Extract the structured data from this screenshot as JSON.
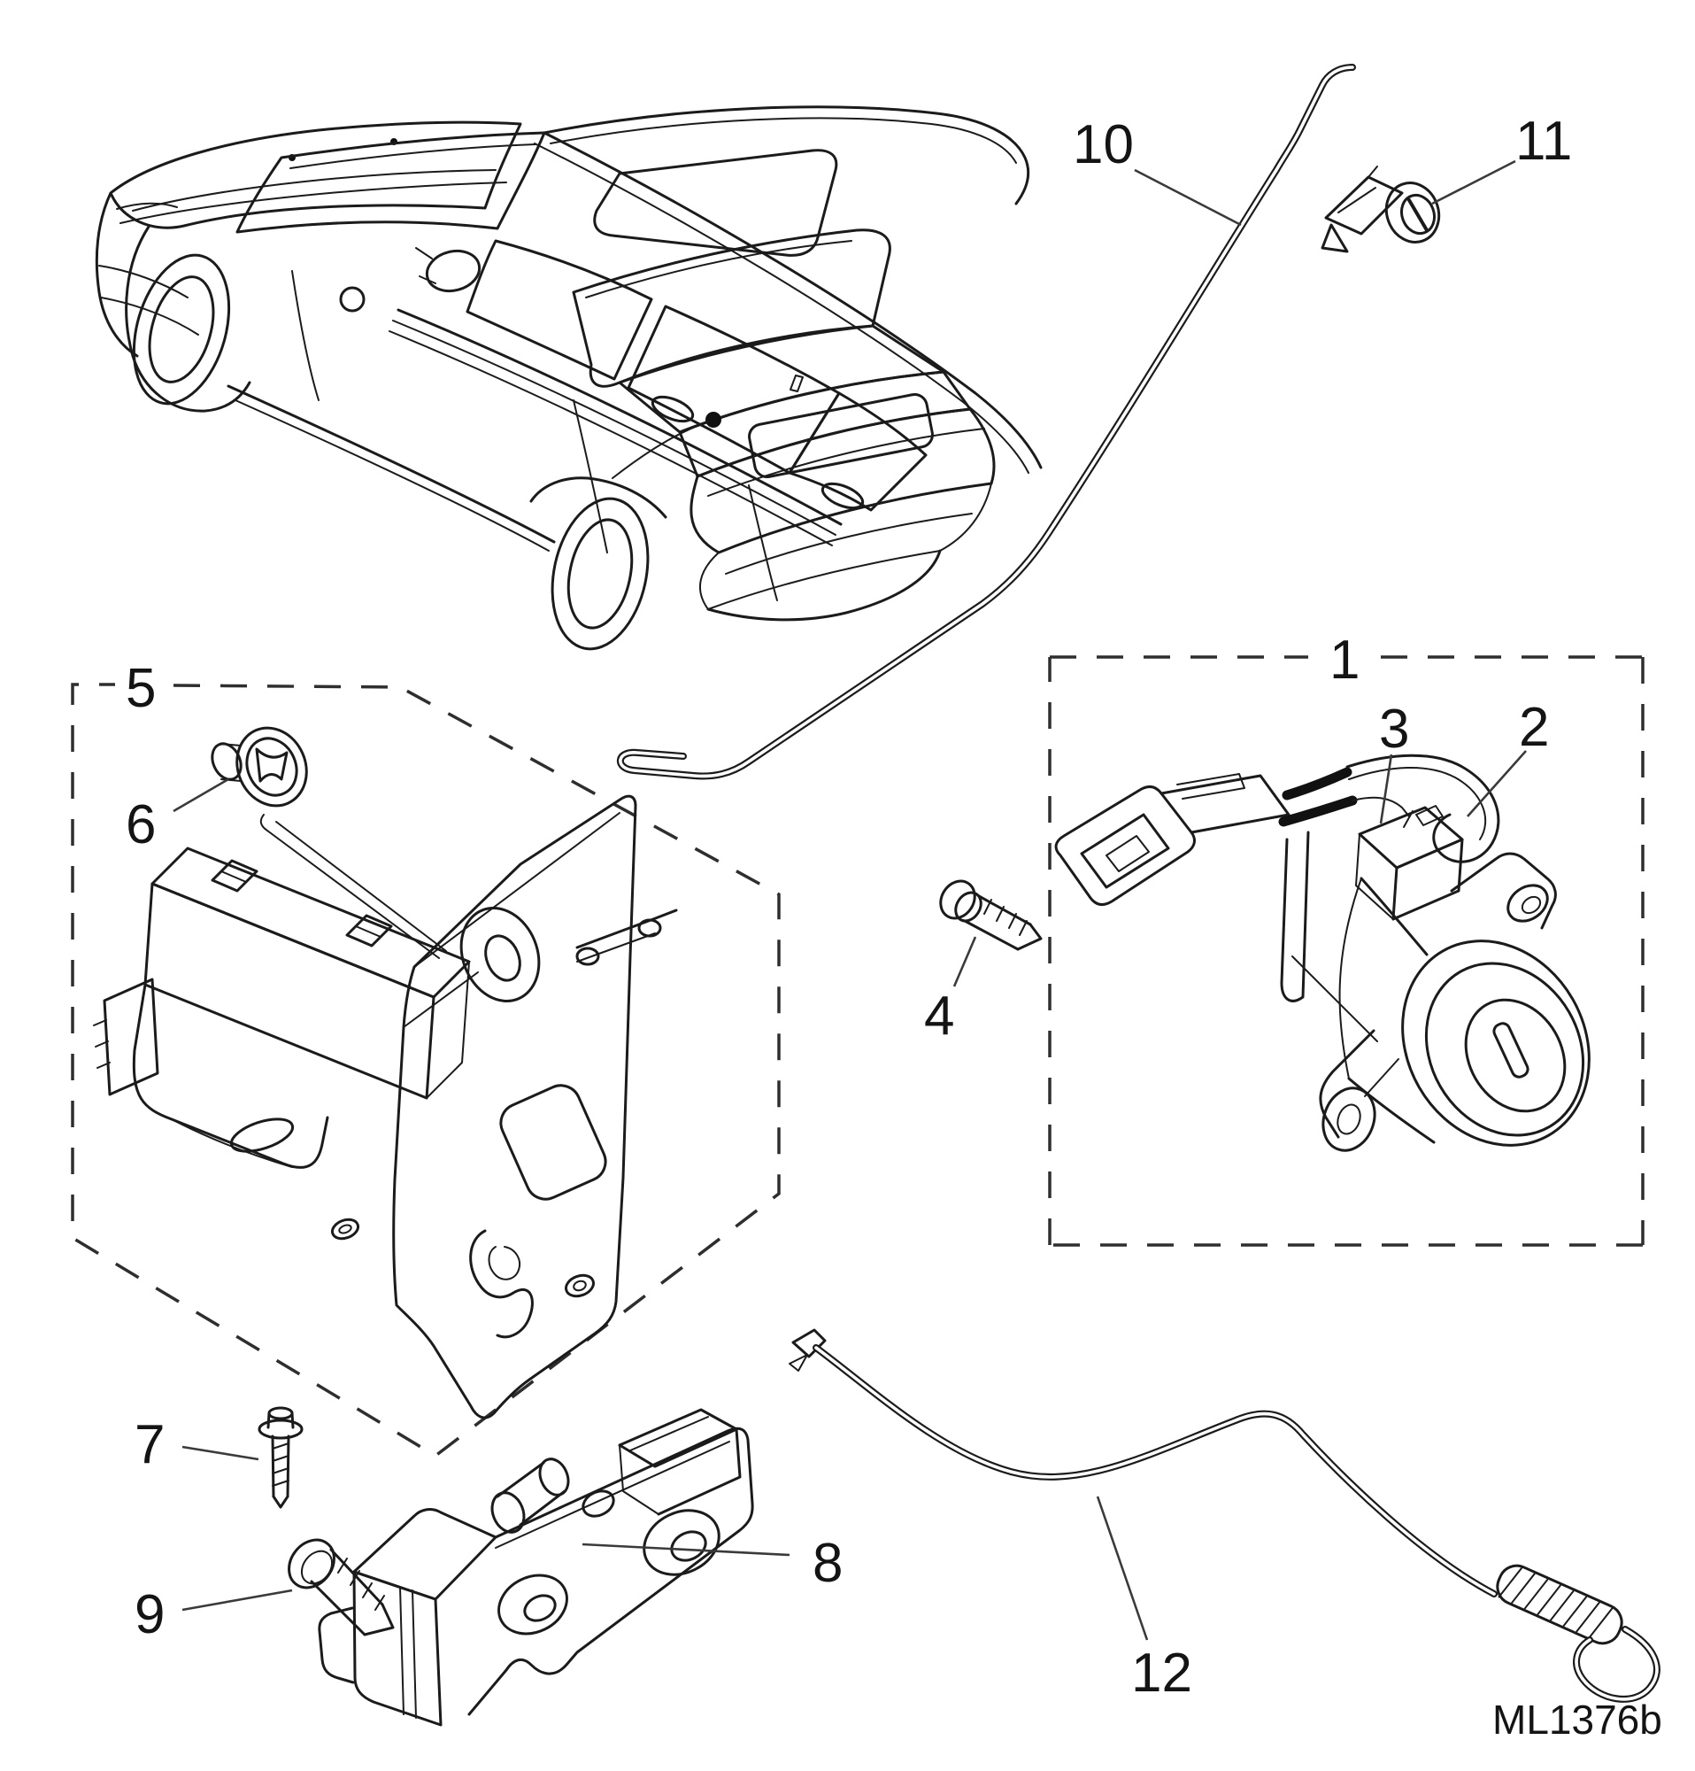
{
  "figure": {
    "code": "ML1376b",
    "callouts": [
      "1",
      "2",
      "3",
      "4",
      "5",
      "6",
      "7",
      "8",
      "9",
      "10",
      "11",
      "12"
    ],
    "colors": {
      "line": "#1b1b1b",
      "dashed_outline": "#2e2e2e",
      "background": "#ffffff"
    }
  }
}
